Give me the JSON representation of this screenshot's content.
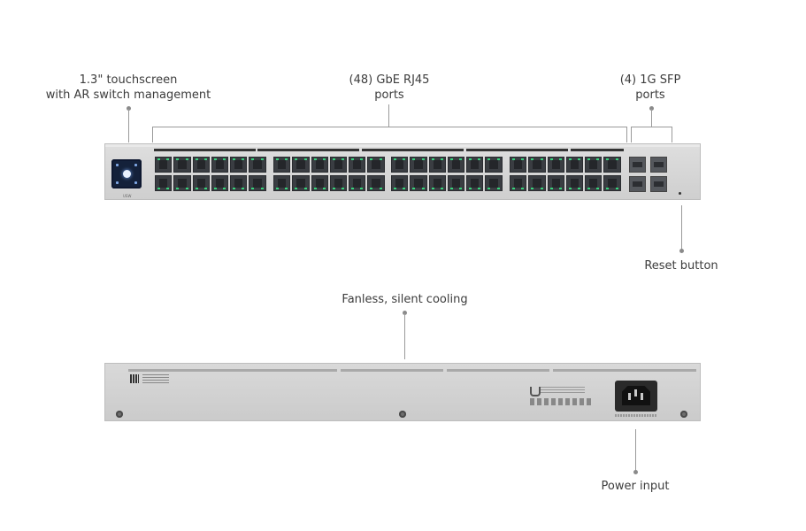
{
  "front": {
    "touchscreen_callout": [
      "1.3\" touchscreen",
      "with AR switch management"
    ],
    "rj45_callout": [
      "(48) GbE RJ45",
      "ports"
    ],
    "sfp_callout": [
      "(4) 1G SFP",
      "ports"
    ],
    "reset_callout": "Reset button",
    "model_label": "USW"
  },
  "back": {
    "cooling_callout": "Fanless, silent cooling",
    "power_callout": "Power input"
  },
  "colors": {
    "link_led": "#36d27a",
    "touchscreen_bg": "#14213a"
  }
}
